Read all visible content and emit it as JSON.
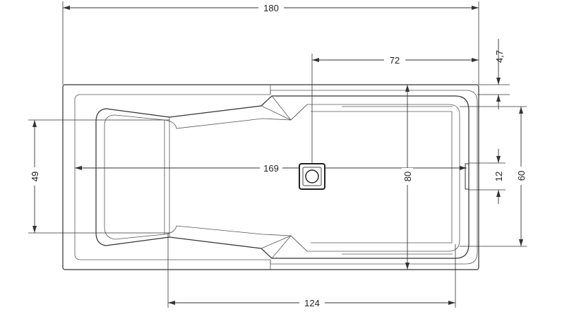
{
  "dimensions": {
    "overall_length": "180",
    "drain_offset": "72",
    "rim_thickness": "4,7",
    "inner_length": "169",
    "inner_width": "80",
    "overall_width": "60",
    "overflow_height": "12",
    "headrest_width": "49",
    "floor_length": "124"
  },
  "colors": {
    "line": "#333333",
    "background": "#ffffff"
  }
}
